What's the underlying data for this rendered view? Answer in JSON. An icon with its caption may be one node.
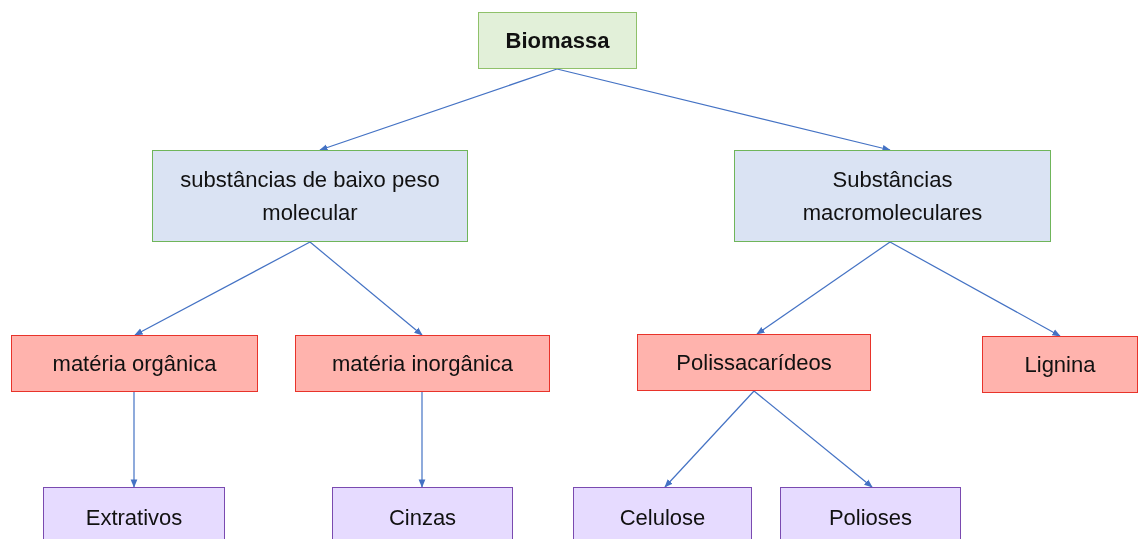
{
  "diagram": {
    "nodes": [
      {
        "text": [
          "Biomassa"
        ]
      },
      {
        "text": [
          "substâncias de baixo peso molecular"
        ]
      },
      {
        "text": [
          "Substâncias macromoleculares"
        ]
      },
      {
        "text": [
          "matéria orgânica"
        ]
      },
      {
        "text": [
          "matéria inorgânica"
        ]
      },
      {
        "text": [
          "Polissacarídeos"
        ]
      },
      {
        "text": [
          "Lignina"
        ]
      },
      {
        "text": [
          "Extrativos"
        ]
      },
      {
        "text": [
          "Cinzas"
        ]
      },
      {
        "text": [
          "Celulose"
        ]
      },
      {
        "text": [
          "Polioses"
        ]
      }
    ],
    "edges": [
      {
        "from": 0,
        "to": 1,
        "arrow": "to"
      },
      {
        "from": 0,
        "to": 2,
        "arrow": "to"
      },
      {
        "from": 1,
        "to": 3,
        "arrow": "to"
      },
      {
        "from": 1,
        "to": 4,
        "arrow": "to"
      },
      {
        "from": 2,
        "to": 5,
        "arrow": "to"
      },
      {
        "from": 2,
        "to": 6,
        "arrow": "to"
      },
      {
        "from": 3,
        "to": 7,
        "arrow": "to"
      },
      {
        "from": 4,
        "to": 8,
        "arrow": "to"
      },
      {
        "from": 5,
        "to": 9,
        "arrow": "to"
      },
      {
        "from": 5,
        "to": 10,
        "arrow": "to"
      }
    ]
  }
}
